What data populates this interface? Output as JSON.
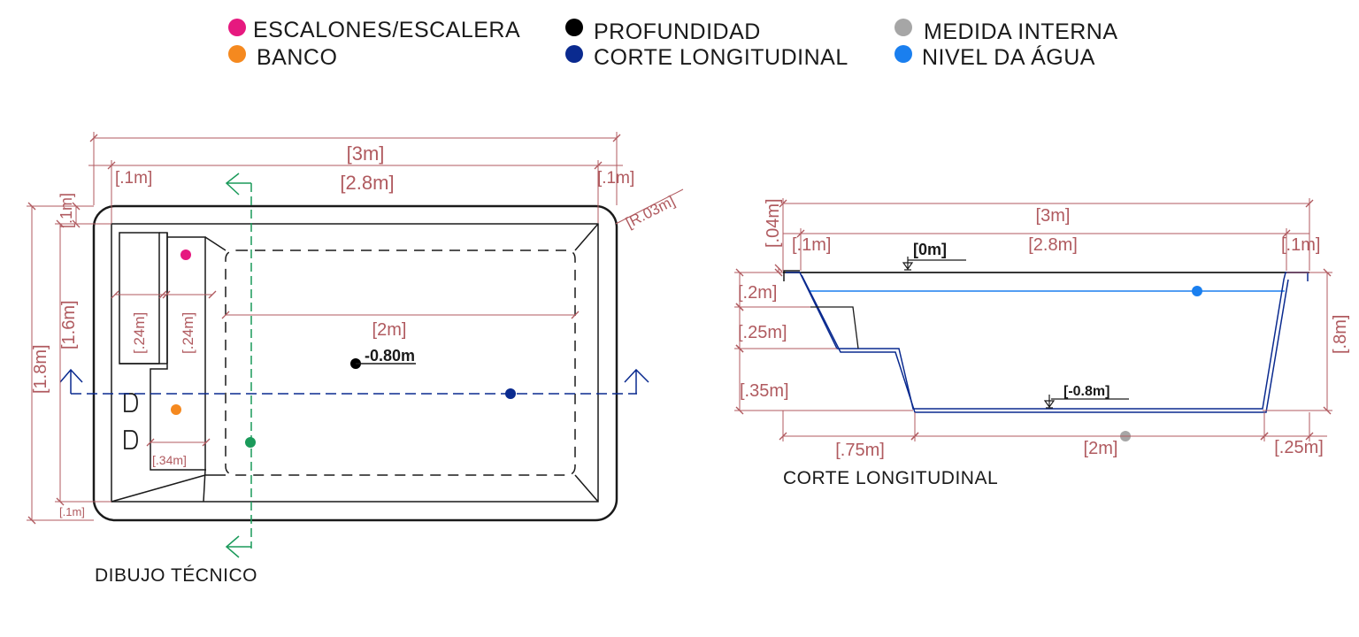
{
  "colors": {
    "dimension": "#b05a5f",
    "outline": "#1a1a1a",
    "steps": "#e6197f",
    "bench": "#f5891f",
    "depth": "#000000",
    "longitudinal_cut": "#0a2a8f",
    "internal_measure": "#a6a6a6",
    "water_level": "#1a7fef",
    "cross_cut": "#1a9a5a"
  },
  "legend": [
    {
      "label": "ESCALONES/ESCALERA",
      "color": "#e6197f",
      "icon": "dot"
    },
    {
      "label": "BANCO",
      "color": "#f5891f",
      "icon": "dot"
    },
    {
      "label": "PROFUNDIDAD",
      "color": "#000000",
      "icon": "dot"
    },
    {
      "label": "CORTE LONGITUDINAL",
      "color": "#0a2a8f",
      "icon": "dot"
    },
    {
      "label": "MEDIDA INTERNA",
      "color": "#a6a6a6",
      "icon": "dot"
    },
    {
      "label": "NIVEL DA ÁGUA",
      "color": "#1a7fef",
      "icon": "dot"
    }
  ],
  "plan": {
    "title": "DIBUJO TÉCNICO",
    "dims": {
      "total_length": "[3m]",
      "inner_length": "[2.8m]",
      "left_rim": "[.1m]",
      "right_rim": "[.1m]",
      "corner_radius": "[R.03m]",
      "top_rim": "[.1m]",
      "total_width": "[1.8m]",
      "inner_width": "[1.6m]",
      "bottom_rim": "[.1m]",
      "step1": "[.24m]",
      "step2": "[.24m]",
      "bench": "[.34m]",
      "floor": "[2m]",
      "depth": "-0.80m"
    }
  },
  "section": {
    "title": "CORTE LONGITUDINAL",
    "dims": {
      "total_length": "[3m]",
      "inner_length": "[2.8m]",
      "lip": "[.04m]",
      "left_rim": "[.1m]",
      "right_rim": "[.1m]",
      "level_top": "[0m]",
      "level_bottom": "[-0.8m]",
      "step1_h": "[.2m]",
      "step2_h": "[.25m]",
      "step3_h": "[.35m]",
      "depth_total": "[.8m]",
      "steps_length": "[.75m]",
      "floor_length": "[2m]",
      "wall_slope": "[.25m]"
    }
  }
}
